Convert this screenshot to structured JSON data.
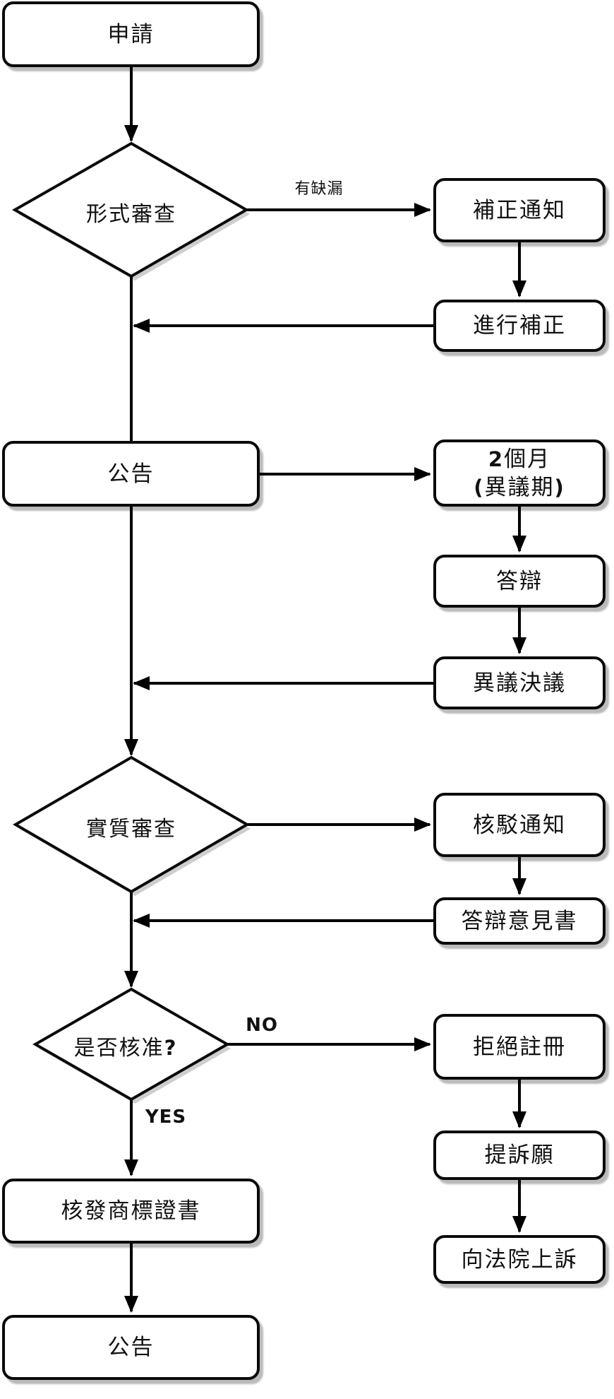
{
  "nodes": {
    "apply": "申請",
    "formal_review": "形式審查",
    "correction_notice": "補正通知",
    "do_correction": "進行補正",
    "publication_first": "公告",
    "opposition_period": {
      "months_number": "2",
      "months_unit": "個月",
      "paren_open": "(",
      "paren_label": "異議期",
      "paren_close": ")"
    },
    "reply": "答辯",
    "opposition_decision": "異議決議",
    "substantive_review": "實質審查",
    "rejection_notice": "核駁通知",
    "reply_opinion": "答辯意見書",
    "approval_question": {
      "text": "是否核准",
      "mark": "?"
    },
    "refuse_registration": "拒絕註冊",
    "file_appeal": "提訴願",
    "court_appeal": "向法院上訴",
    "issue_certificate": "核發商標證書",
    "publication_final": "公告"
  },
  "edge_labels": {
    "deficiency": "有缺漏",
    "no": "NO",
    "yes": "YES"
  },
  "colors": {
    "line": "#000000",
    "node_fill": "#ffffff",
    "shadow": "#bdbdbd",
    "text": "#111111"
  }
}
